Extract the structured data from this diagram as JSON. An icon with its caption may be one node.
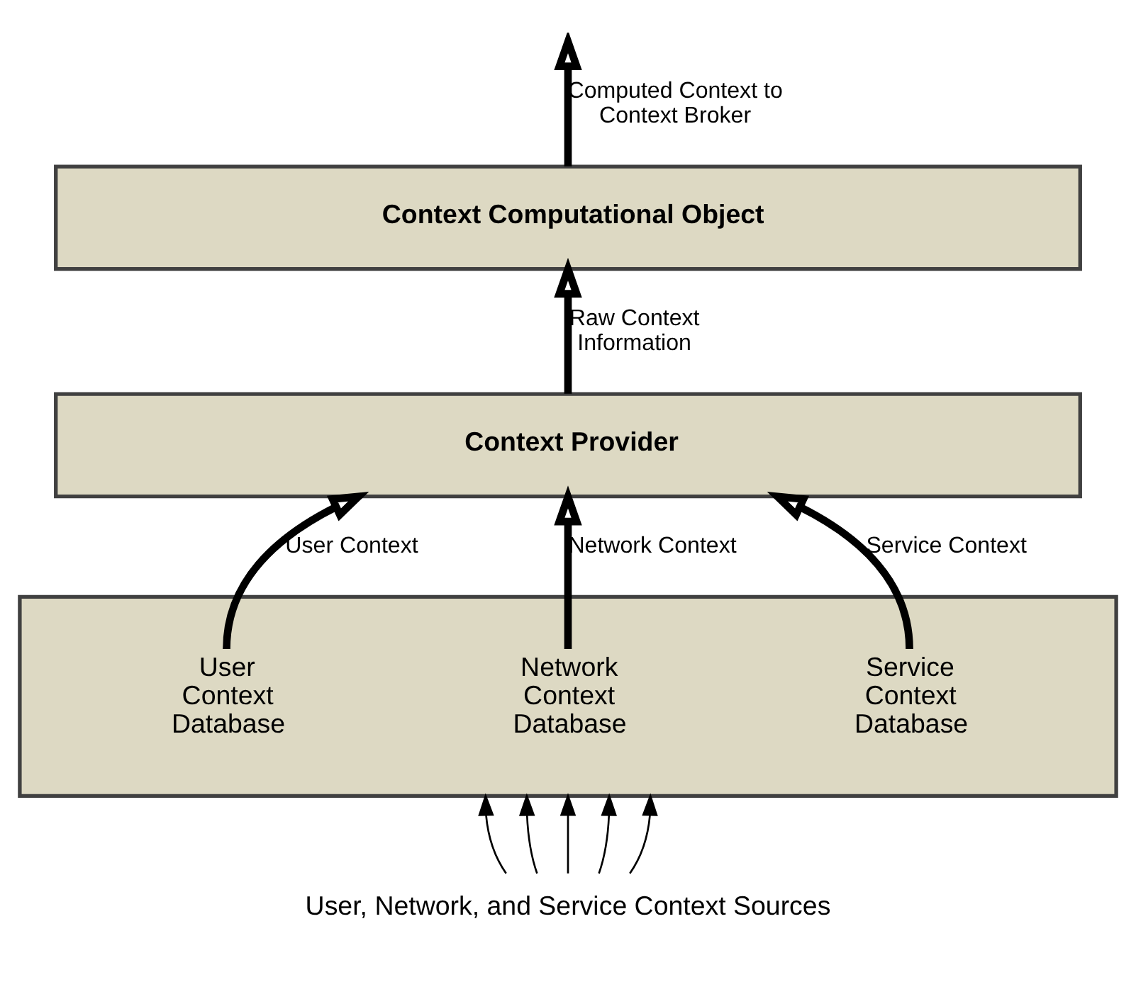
{
  "diagram": {
    "nodes": [
      {
        "text": [
          "Context Computational Object"
        ]
      },
      {
        "text": [
          "Context Provider"
        ]
      },
      {
        "text": [
          "User Context Database",
          "Network Context Database",
          "Service Context Database"
        ]
      },
      {
        "text": [
          "User, Network, and Service Context Sources"
        ]
      }
    ],
    "edges": [
      {
        "from": 0,
        "to": null,
        "arrow": "to",
        "label": "Computed Context to Context Broker",
        "style": "thick"
      },
      {
        "from": 1,
        "to": 0,
        "arrow": "to",
        "label": "Raw Context Information",
        "style": "thick"
      },
      {
        "from": 2,
        "to": 1,
        "arrow": "to",
        "label": "User Context",
        "style": "thick"
      },
      {
        "from": 2,
        "to": 1,
        "arrow": "to",
        "label": "Network Context",
        "style": "thick"
      },
      {
        "from": 2,
        "to": 1,
        "arrow": "to",
        "label": "Service Context",
        "style": "thick"
      },
      {
        "from": 3,
        "to": 2,
        "arrow": "to"
      },
      {
        "from": 3,
        "to": 2,
        "arrow": "to"
      },
      {
        "from": 3,
        "to": 2,
        "arrow": "to"
      },
      {
        "from": 3,
        "to": 2,
        "arrow": "to"
      },
      {
        "from": 3,
        "to": 2,
        "arrow": "to"
      }
    ]
  }
}
